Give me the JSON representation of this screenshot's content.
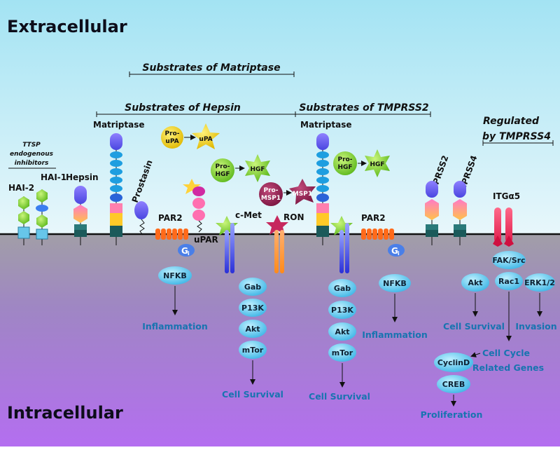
{
  "regions": {
    "top": "Extracellular",
    "bottom": "Intracellular"
  },
  "headers": {
    "matriptase": "Substrates of Matriptase",
    "hepsin": "Substrates of Hepsin",
    "tmprss2": "Substrates of  TMPRSS2",
    "regulated_line1": "Regulated",
    "regulated_line2": "by TMPRSS4"
  },
  "inhibitors": {
    "line1": "TTSP",
    "line2": "endogenous",
    "line3": "inhibitors",
    "hai1": "HAI-1",
    "hai2": "HAI-2"
  },
  "receptors": {
    "hepsin": "Hepsin",
    "matriptase": "Matriptase",
    "prostasin": "Prostasin",
    "par2": "PAR2",
    "upar": "uPAR",
    "cmet": "c-Met",
    "ron": "RON",
    "gi": "G",
    "gi_sub": "i",
    "tmprss2": "TMPRSS2",
    "tmprss4": "TMPRSS4",
    "itga5": "ITGα5"
  },
  "ligands": {
    "pro_upa_1": "Pro-",
    "pro_upa_2": "uPA",
    "upa": "uPA",
    "pro_hgf_1": "Pro-",
    "pro_hgf_2": "HGF",
    "hgf": "HGF",
    "pro_msp1_1": "Pro-",
    "pro_msp1_2": "MSP1",
    "msp1": "MSP1"
  },
  "signaling": {
    "nfkb": "NFKB",
    "gab": "Gab",
    "p13k": "P13K",
    "akt": "Akt",
    "mtor": "mTor",
    "fak_src": "FAK/Src",
    "rac1": "Rac1",
    "erk": "ERK1/2",
    "cyclind": "CyclinD",
    "creb": "CREB"
  },
  "outcomes": {
    "inflammation": "Inflammation",
    "cell_survival": "Cell Survival",
    "invasion": "Invasion",
    "cell_cycle_1": "Cell Cycle",
    "cell_cycle_2": "Related Genes",
    "proliferation": "Proliferation"
  },
  "colors": {
    "extracellular": "#a6e4f2",
    "intracellular": "#b46ef0",
    "membrane": "#1a1a1a",
    "node": "#63c9ee",
    "outcome_text": "#1874b0"
  }
}
